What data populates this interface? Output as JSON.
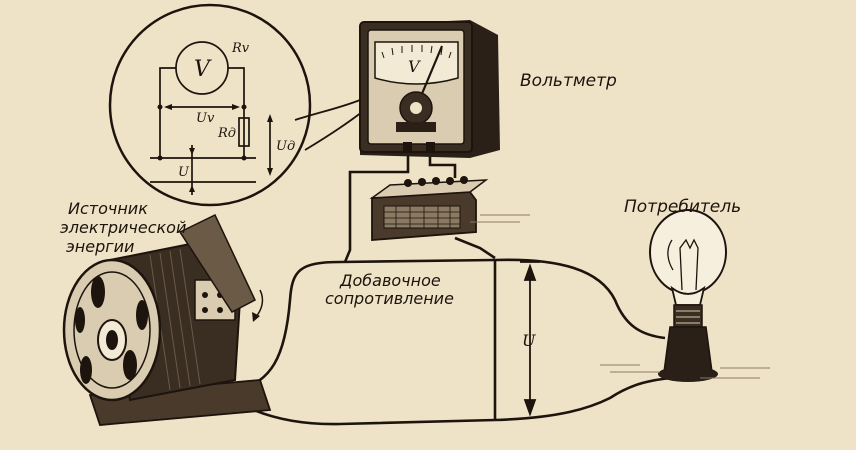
{
  "labels": {
    "voltmeter": "Вольтметр",
    "consumer": "Потребитель",
    "source_line1": "Источник",
    "source_line2": "электрической",
    "source_line3": "энергии",
    "resistor_line1": "Добавочное",
    "resistor_line2": "сопротивление",
    "voltage": "U"
  },
  "inset": {
    "meter_symbol": "V",
    "rv": "Rv",
    "uv": "Uv",
    "rd": "Rд",
    "ud": "Uд",
    "u": "U"
  },
  "meter_face_symbol": "V",
  "colors": {
    "paper": "#efe3c7",
    "ink": "#1c140d"
  }
}
